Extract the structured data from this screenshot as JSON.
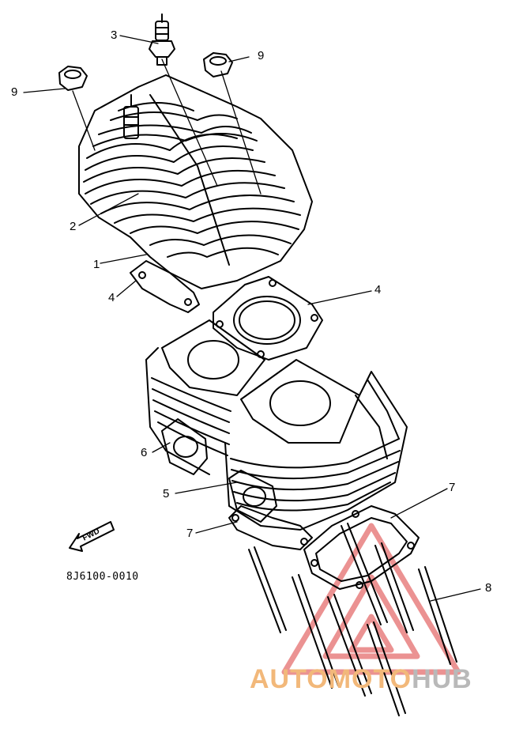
{
  "callouts": {
    "c1": "1",
    "c2": "2",
    "c3": "3",
    "c4a": "4",
    "c4b": "4",
    "c5": "5",
    "c6": "6",
    "c7a": "7",
    "c7b": "7",
    "c8": "8",
    "c9a": "9",
    "c9b": "9"
  },
  "part_number": "8J6100-0010",
  "fwd_label": "FWD",
  "watermark": {
    "part1": "AUTOMOTO",
    "part2": "HUB",
    "color1": "#f2b87a",
    "color2": "#b9b9b9",
    "logo_color": "#e88080"
  }
}
